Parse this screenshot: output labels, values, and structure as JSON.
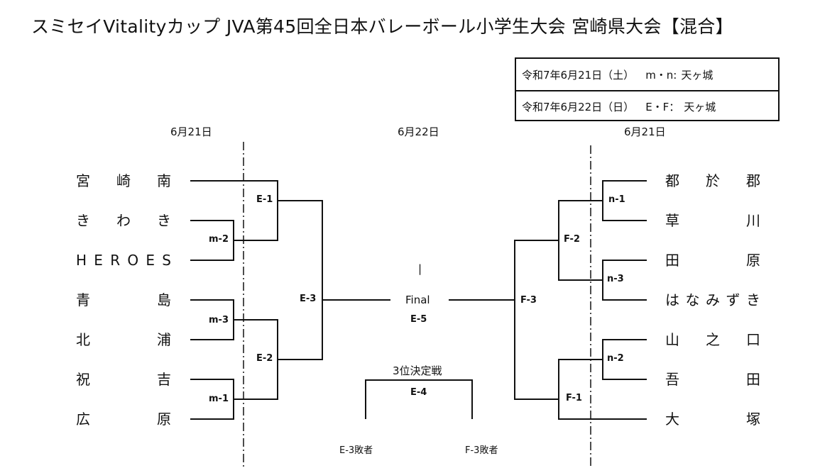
{
  "title": "スミセイVitalityカップ JVA第45回全日本バレーボール小学生大会 宮崎県大会【混合】",
  "schedule": [
    {
      "date": "令和7年6月21日（土）",
      "matches": "m・n:",
      "venue": "天ヶ城"
    },
    {
      "date": "令和7年6月22日（日）",
      "matches": "E・F：",
      "venue": "天ヶ城"
    }
  ],
  "dates": {
    "left": "6月21日",
    "center": "6月22日",
    "right": "6月21日"
  },
  "teams_left": [
    [
      "宮",
      "崎",
      "南"
    ],
    [
      "き",
      "わ",
      "き"
    ],
    [
      "H",
      "E",
      "R",
      "O",
      "E",
      "S"
    ],
    [
      "青",
      "島"
    ],
    [
      "北",
      "浦"
    ],
    [
      "祝",
      "吉"
    ],
    [
      "広",
      "原"
    ]
  ],
  "teams_right": [
    [
      "都",
      "於",
      "郡"
    ],
    [
      "草",
      "川"
    ],
    [
      "田",
      "原"
    ],
    [
      "は",
      "な",
      "み",
      "ず",
      "き"
    ],
    [
      "山",
      "之",
      "口"
    ],
    [
      "吾",
      "田"
    ],
    [
      "大",
      "塚"
    ]
  ],
  "matches": {
    "m2": "m-2",
    "m3": "m-3",
    "m1": "m-1",
    "e1": "E-1",
    "e2": "E-2",
    "e3": "E-3",
    "n1": "n-1",
    "n3": "n-3",
    "n2": "n-2",
    "f2": "F-2",
    "f1": "F-1",
    "f3": "F-3",
    "e5": "E-5",
    "e4": "E-4"
  },
  "final": {
    "word": "Final",
    "mark": "|"
  },
  "third_place": {
    "title": "3位決定戦",
    "left_entry": "E-3敗者",
    "right_entry": "F-3敗者"
  }
}
